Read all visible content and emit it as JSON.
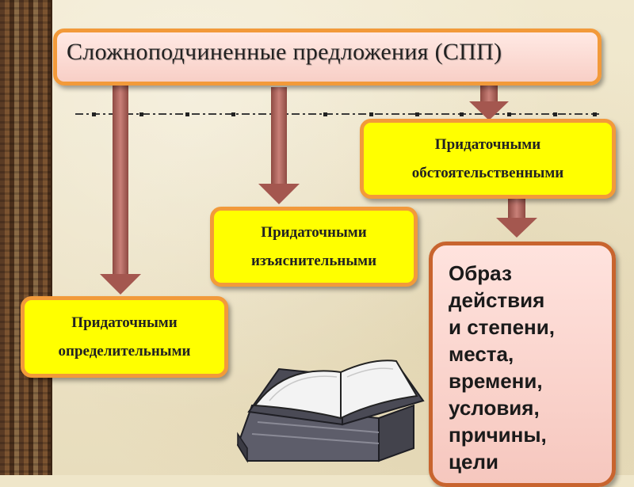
{
  "title": "Сложноподчиненные предложения (СПП)",
  "boxes": {
    "circumstantial": [
      "Придаточными",
      "обстоятельственными"
    ],
    "explanatory": [
      "Придаточными",
      "изъяснительными"
    ],
    "attributive": [
      "Придаточными",
      "определительными"
    ]
  },
  "types": [
    "Образ",
    "действия",
    "и степени,",
    "места,",
    "времени,",
    "условия,",
    "причины,",
    "цели"
  ],
  "colors": {
    "box_fill": "#ffff00",
    "box_border": "#f29a3a",
    "title_fill": "#f8cfc6",
    "types_border": "#c8642e",
    "arrow": "#b0605a"
  },
  "icons": [
    "open-book-icon"
  ]
}
